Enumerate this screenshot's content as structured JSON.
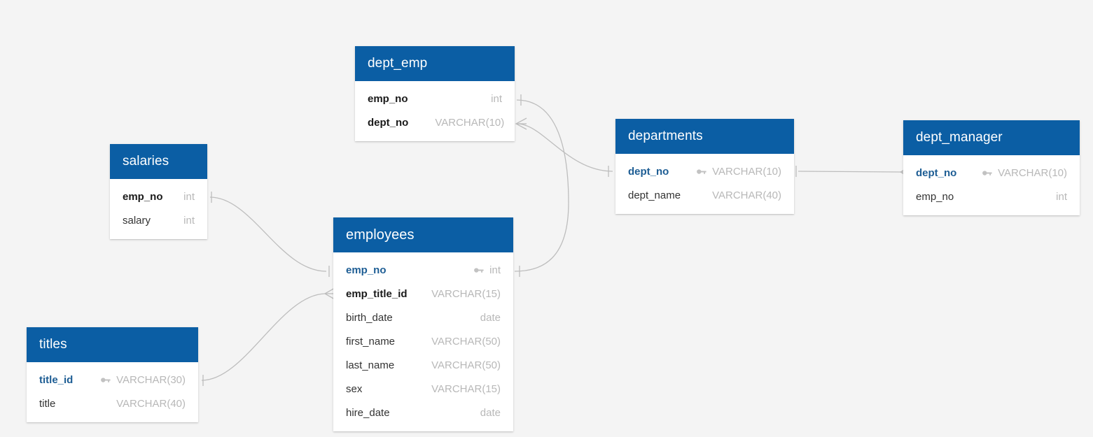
{
  "diagram": {
    "title": "employees-db-erd",
    "type": "entity-relationship-diagram",
    "background_color": "#f4f4f4",
    "header_color": "#0b5ea4",
    "pk_text_color": "#1d5d94",
    "type_text_color": "#b8b8b8",
    "connector_color": "#bdbdbd"
  },
  "entities": [
    {
      "name": "dept_emp",
      "attributes": [
        {
          "name": "emp_no",
          "type": "int",
          "key": "fk",
          "key_icon": ""
        },
        {
          "name": "dept_no",
          "type": "VARCHAR(10)",
          "key": "fk",
          "key_icon": ""
        }
      ]
    },
    {
      "name": "salaries",
      "attributes": [
        {
          "name": "emp_no",
          "type": "int",
          "key": "fk",
          "key_icon": ""
        },
        {
          "name": "salary",
          "type": "int",
          "key": "none",
          "key_icon": ""
        }
      ]
    },
    {
      "name": "departments",
      "attributes": [
        {
          "name": "dept_no",
          "type": "VARCHAR(10)",
          "key": "pk",
          "key_icon": "key-icon"
        },
        {
          "name": "dept_name",
          "type": "VARCHAR(40)",
          "key": "none",
          "key_icon": ""
        }
      ]
    },
    {
      "name": "dept_manager",
      "attributes": [
        {
          "name": "dept_no",
          "type": "VARCHAR(10)",
          "key": "pk",
          "key_icon": "key-icon"
        },
        {
          "name": "emp_no",
          "type": "int",
          "key": "none",
          "key_icon": ""
        }
      ]
    },
    {
      "name": "employees",
      "attributes": [
        {
          "name": "emp_no",
          "type": "int",
          "key": "pk",
          "key_icon": "key-icon"
        },
        {
          "name": "emp_title_id",
          "type": "VARCHAR(15)",
          "key": "fk",
          "key_icon": ""
        },
        {
          "name": "birth_date",
          "type": "date",
          "key": "none",
          "key_icon": ""
        },
        {
          "name": "first_name",
          "type": "VARCHAR(50)",
          "key": "none",
          "key_icon": ""
        },
        {
          "name": "last_name",
          "type": "VARCHAR(50)",
          "key": "none",
          "key_icon": ""
        },
        {
          "name": "sex",
          "type": "VARCHAR(15)",
          "key": "none",
          "key_icon": ""
        },
        {
          "name": "hire_date",
          "type": "date",
          "key": "none",
          "key_icon": ""
        }
      ]
    },
    {
      "name": "titles",
      "attributes": [
        {
          "name": "title_id",
          "type": "VARCHAR(30)",
          "key": "pk",
          "key_icon": "key-icon"
        },
        {
          "name": "title",
          "type": "VARCHAR(40)",
          "key": "none",
          "key_icon": ""
        }
      ]
    }
  ],
  "relationships": [
    {
      "from": "employees.emp_no",
      "to": "dept_emp.emp_no",
      "from_cardinality": "one",
      "to_cardinality": "one"
    },
    {
      "from": "departments.dept_no",
      "to": "dept_emp.dept_no",
      "from_cardinality": "one",
      "to_cardinality": "many"
    },
    {
      "from": "departments.dept_no",
      "to": "dept_manager.dept_no",
      "from_cardinality": "one",
      "to_cardinality": "many"
    },
    {
      "from": "salaries.emp_no",
      "to": "employees.emp_no",
      "from_cardinality": "one",
      "to_cardinality": "one"
    },
    {
      "from": "titles.title_id",
      "to": "employees.emp_title_id",
      "from_cardinality": "one",
      "to_cardinality": "many"
    }
  ]
}
